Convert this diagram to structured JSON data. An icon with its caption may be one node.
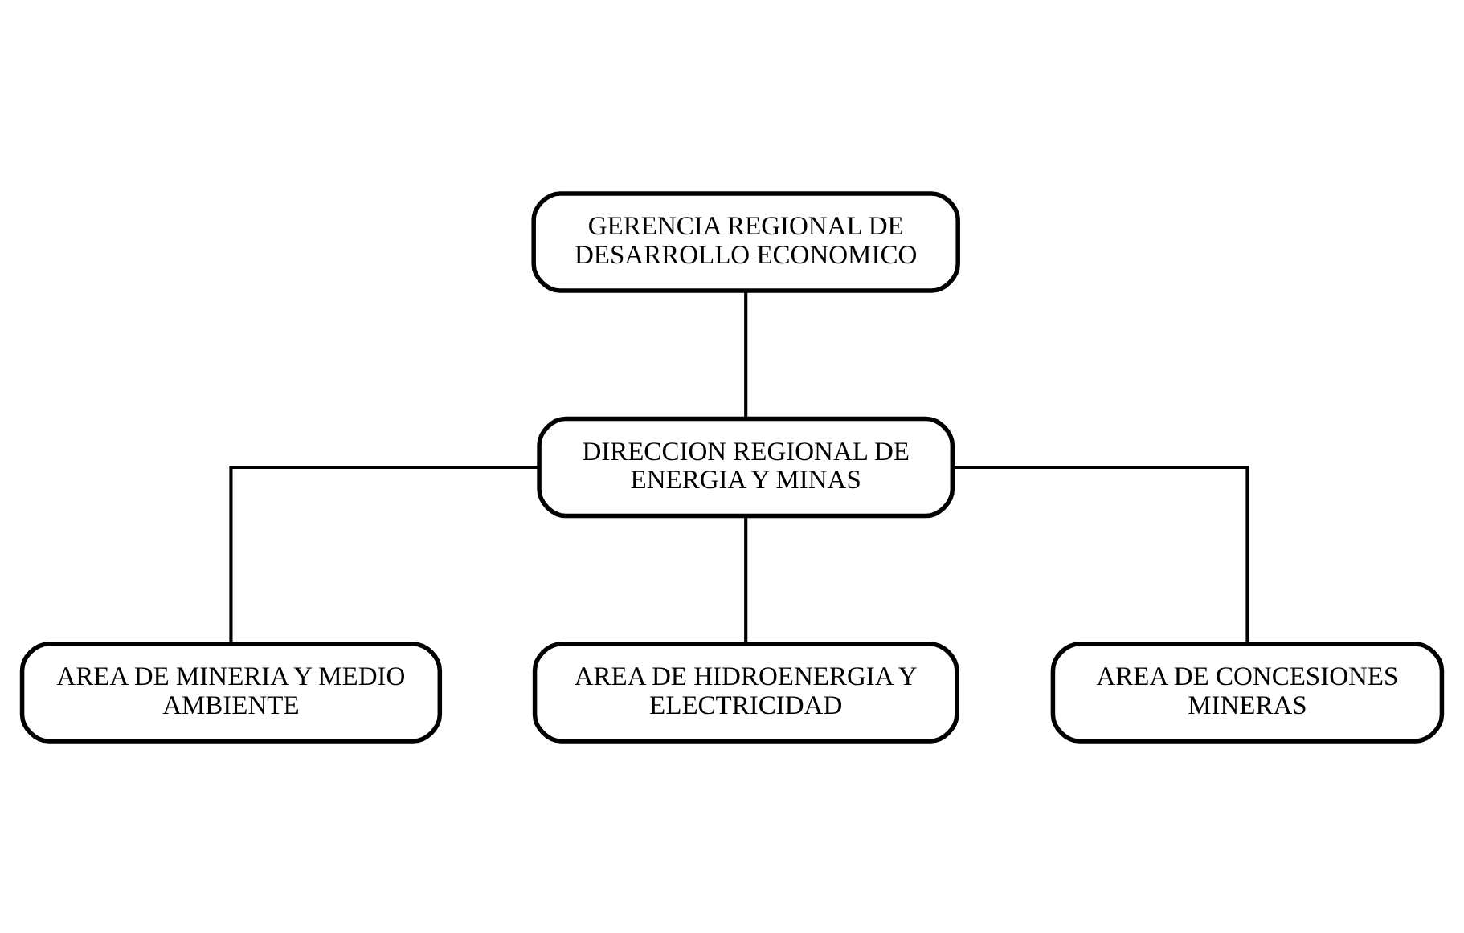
{
  "diagram": {
    "nodes": [
      {
        "text": [
          "GERENCIA REGIONAL DE DESARROLLO ECONOMICO"
        ]
      },
      {
        "text": [
          "DIRECCION REGIONAL DE ENERGIA Y MINAS"
        ]
      },
      {
        "text": [
          "AREA DE MINERIA Y MEDIO AMBIENTE"
        ]
      },
      {
        "text": [
          "AREA DE HIDROENERGIA Y ELECTRICIDAD"
        ]
      },
      {
        "text": [
          "AREA DE CONCESIONES MINERAS"
        ]
      }
    ],
    "edges": [
      {
        "from": 0,
        "to": 1,
        "arrow": "none"
      },
      {
        "from": 1,
        "to": 2,
        "arrow": "none"
      },
      {
        "from": 1,
        "to": 3,
        "arrow": "none"
      },
      {
        "from": 1,
        "to": 4,
        "arrow": "none"
      }
    ]
  }
}
